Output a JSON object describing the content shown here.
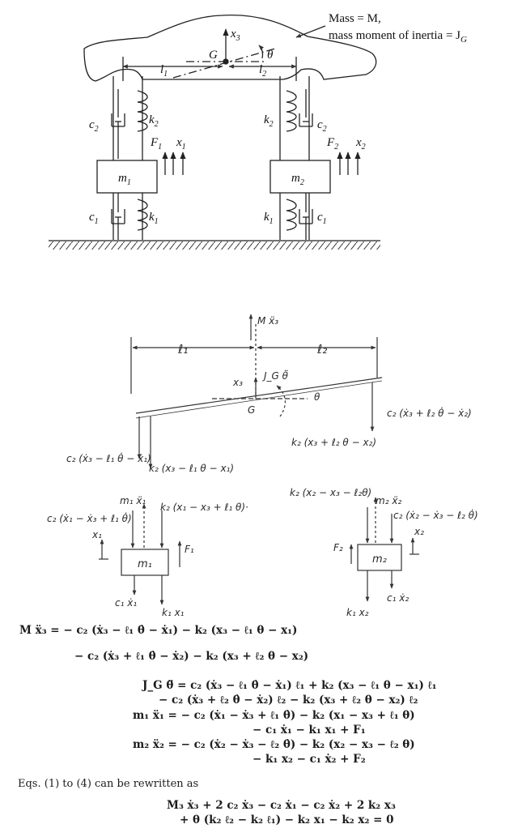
{
  "top": {
    "mass_label": "Mass = M,",
    "inertia_label": "mass moment of inertia = J",
    "inertia_sub": "G",
    "G": "G",
    "x3": "x",
    "x3_sub": "3",
    "theta": "θ",
    "l1": "l",
    "l1_sub": "1",
    "l2": "l",
    "l2_sub": "2",
    "c2_left": "c",
    "c2_left_sub": "2",
    "k2_left": "k",
    "k2_left_sub": "2",
    "k2_right": "k",
    "k2_right_sub": "2",
    "c2_right": "c",
    "c2_right_sub": "2",
    "F1": "F",
    "F1_sub": "1",
    "x1": "x",
    "x1_sub": "1",
    "F2": "F",
    "F2_sub": "2",
    "x2": "x",
    "x2_sub": "2",
    "m1": "m",
    "m1_sub": "1",
    "m2": "m",
    "m2_sub": "2",
    "c1_left": "c",
    "c1_left_sub": "1",
    "k1_left": "k",
    "k1_left_sub": "1",
    "k1_right": "k",
    "k1_right_sub": "1",
    "c1_right": "c",
    "c1_right_sub": "1"
  },
  "fbd": {
    "Mx3": "M ẍ₃",
    "l1": "ℓ₁",
    "l2": "ℓ₂",
    "x3": "x₃",
    "JG": "J_G θ̈",
    "theta": "θ",
    "G": "G",
    "force_right_damper": "c₂ (ẋ₃ + ℓ₂ θ̇ − ẋ₂)",
    "force_right_spring": "k₂ (x₃ + ℓ₂ θ − x₂)",
    "force_left_damper": "c₂ (ẋ₃ − ℓ₁ θ̇ − ẋ₁)",
    "force_left_spring": "k₂ (x₃ − ℓ₁ θ − x₁)",
    "m1_inertia": "m₁ ẍ₁",
    "m1_damper_top": "c₂ (ẋ₁ − ẋ₃ + ℓ₁ θ̇)",
    "m1_spring_top": "k₂ (x₁ − x₃ + ℓ₁ θ)·",
    "m1_x1": "x₁",
    "m1_F1": "F₁",
    "m1_label": "m₁",
    "m1_c1": "c₁ ẋ₁",
    "m1_k1": "k₁ x₁",
    "m2_spring_top": "k₂ (x₂ − x₃ − ℓ₂θ)",
    "m2_inertia": "m₂ ẍ₂",
    "m2_damper_top": "c₂ (ẋ₂ − ẋ₃ − ℓ₂ θ̇)",
    "m2_x2": "x₂",
    "m2_F2": "F₂",
    "m2_label": "m₂",
    "m2_k1": "k₁ x₂",
    "m2_c1": "c₁ ẋ₂"
  },
  "equations": {
    "e1a": "M ẍ₃ = − c₂ (ẋ₃ − ℓ₁ θ̇ − ẋ₁) − k₂ (x₃ − ℓ₁ θ − x₁)",
    "e1b": "− c₂ (ẋ₃ + ℓ₁ θ̇ − ẋ₂) − k₂ (x₃ + ℓ₂ θ − x₂)",
    "e2a": "J_G θ̈ = c₂ (ẋ₃ − ℓ₁ θ̇ − ẋ₁) ℓ₁ + k₂ (x₃ − ℓ₁ θ − x₁) ℓ₁",
    "e2b": "− c₂ (ẋ₃ + ℓ₂ θ̇ − ẋ₂) ℓ₂ − k₂ (x₃ + ℓ₂ θ − x₂) ℓ₂",
    "e3a": "m₁ ẍ₁ = − c₂ (ẋ₁ − ẋ₃ + ℓ₁ θ̇) − k₂ (x₁ − x₃ + ℓ₁ θ)",
    "e3b": "− c₁ ẋ₁ − k₁ x₁ + F₁",
    "e4a": "m₂ ẍ₂ = − c₂ (ẋ₂ − ẋ₃ − ℓ₂ θ̇) − k₂ (x₂ − x₃ − ℓ₂ θ)",
    "e4b": "− k₁ x₂ − c₁ ẋ₂ + F₂",
    "intro": "Eqs. (1) to (4) can be rewritten as",
    "e5a": "M₃ ẋ₃ + 2 c₂ ẋ₃ − c₂ ẋ₁ − c₂ ẋ₂ + 2 k₂ x₃",
    "e5b": "+ θ (k₂ ℓ₂ − k₂ ℓ₁) − k₂ x₁ − k₂ x₂ = 0"
  }
}
